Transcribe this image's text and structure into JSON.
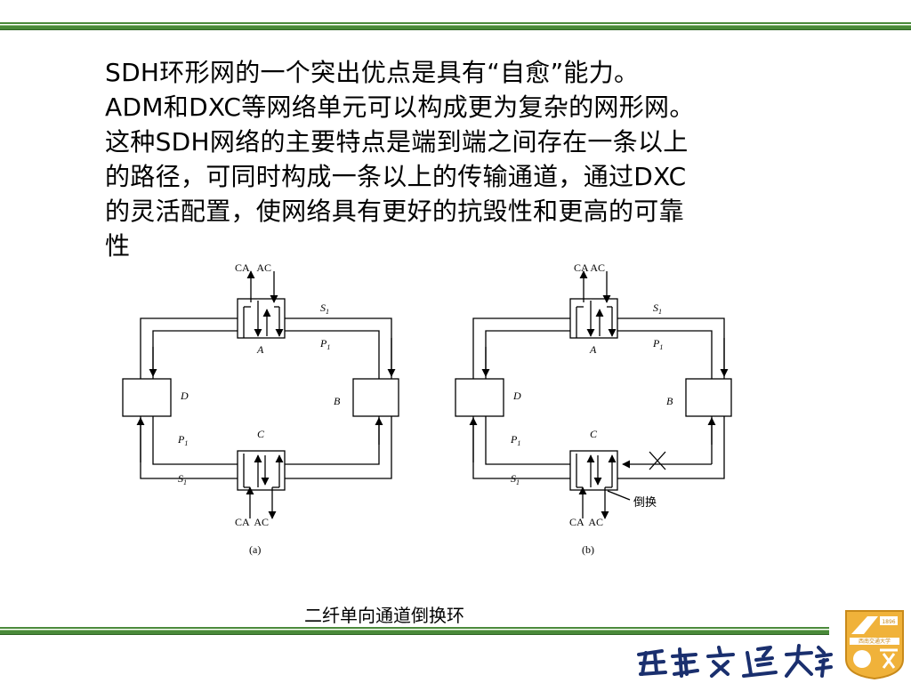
{
  "paragraph": [
    "SDH环形网的一个突出优点是具有“自愈”能力。",
    "ADM和DXC等网络单元可以构成更为复杂的网形网。",
    "这种SDH网络的主要特点是端到端之间存在一条以上",
    "的路径，可同时构成一条以上的传输通道，通过DXC",
    "的灵活配置，使网络具有更好的抗毁性和更高的可靠",
    "性"
  ],
  "figure_a": {
    "top_label": "CA   AC",
    "bottom_label": "CA  AC",
    "nodes": {
      "a": "A",
      "b": "B",
      "c": "C",
      "d": "D"
    },
    "s_main": "S",
    "s_sub": "1",
    "p_main": "P",
    "p_sub": "1",
    "caption": "(a)"
  },
  "figure_b": {
    "top_label": "CA AC",
    "bottom_label": "CA  AC",
    "nodes": {
      "a": "A",
      "b": "B",
      "c": "C",
      "d": "D"
    },
    "s_main": "S",
    "s_sub": "1",
    "p_main": "P",
    "p_sub": "1",
    "switch_label": "倒换",
    "caption": "(b)"
  },
  "caption": "二纤单向通道倒换环",
  "logo": {
    "badge_text": "西南交通大学",
    "seal_text": "1896"
  },
  "signature": "西南交通大学",
  "colors": {
    "rule": "#4a8a3a",
    "text": "#000000"
  }
}
